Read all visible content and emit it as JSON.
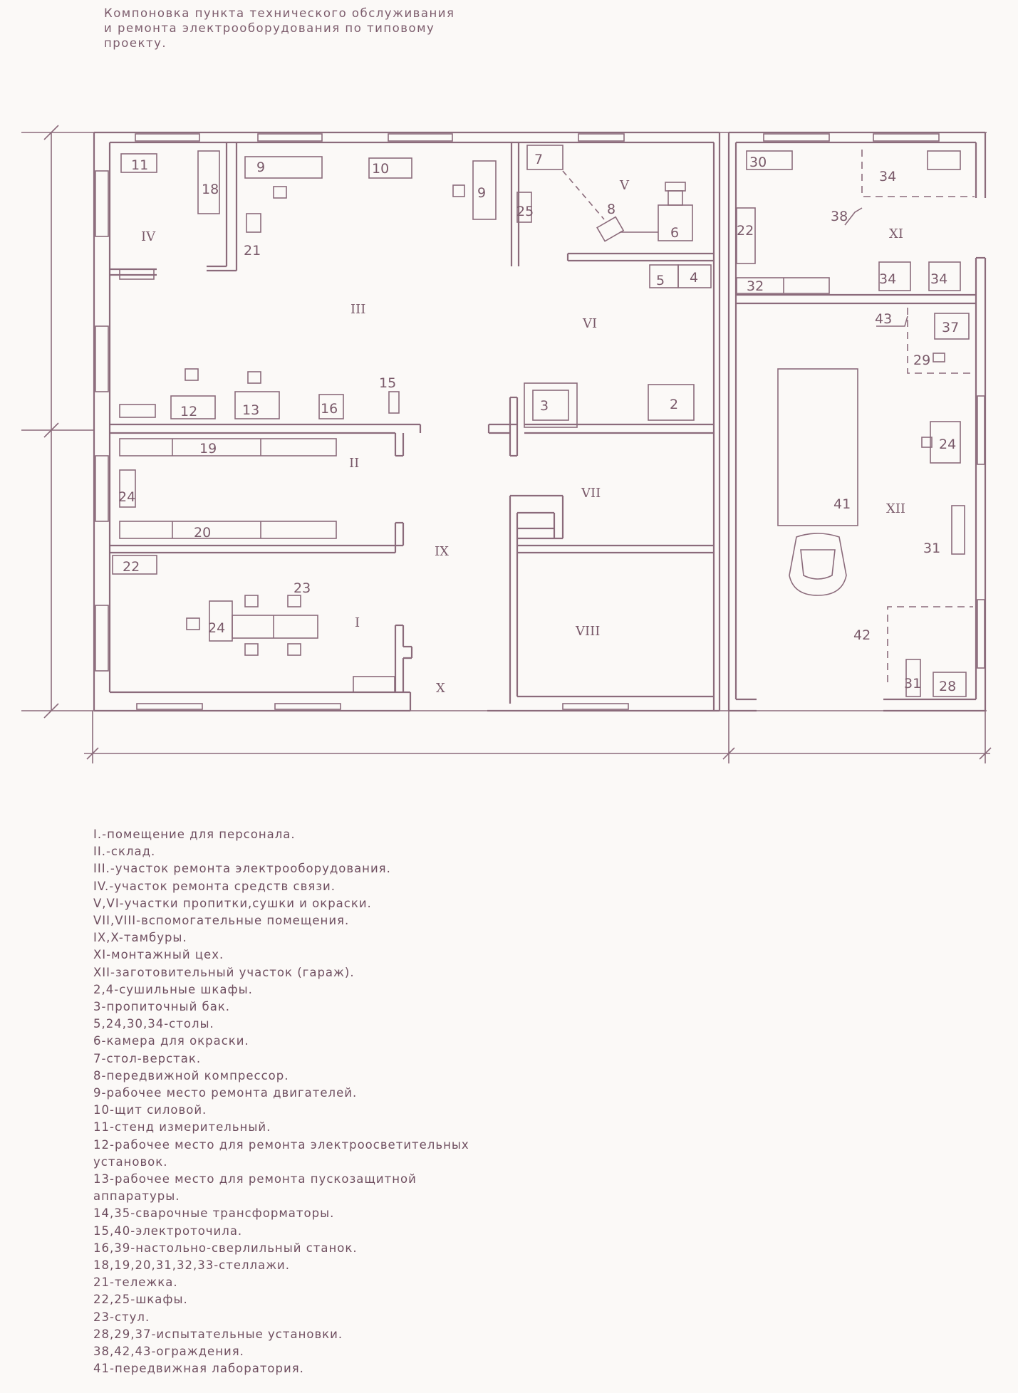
{
  "title_lines": [
    "Компоновка пункта технического обслуживания",
    "и ремонта электрооборудования по типовому",
    "проекту."
  ],
  "plan": {
    "rooms": {
      "r1": "I",
      "r2": "II",
      "r3": "III",
      "r4": "IV",
      "r5": "V",
      "r6": "VI",
      "r7": "VII",
      "r8": "VIII",
      "r9": "IX",
      "r10": "X",
      "r11": "XI",
      "r12": "XII"
    },
    "items": {
      "i11": "11",
      "i18": "18",
      "i9a": "9",
      "i10": "10",
      "i9b": "9",
      "i21": "21",
      "i7": "7",
      "i25": "25",
      "i8": "8",
      "i6": "6",
      "i5": "5",
      "i4": "4",
      "i12": "12",
      "i13": "13",
      "i16": "16",
      "i15": "15",
      "i3": "3",
      "i2": "2",
      "i19": "19",
      "i24a": "24",
      "i20": "20",
      "i22a": "22",
      "i23": "23",
      "i24b": "24",
      "i30": "30",
      "i34a": "34",
      "i38": "38",
      "i22b": "22",
      "i32": "32",
      "i34b": "34",
      "i34c": "34",
      "i43": "43",
      "i37": "37",
      "i29": "29",
      "i24c": "24",
      "i41": "41",
      "i31a": "31",
      "i42": "42",
      "i31b": "31",
      "i28": "28"
    }
  },
  "legend": [
    "I.-помещение для персонала.",
    "II.-склад.",
    "III.-участок ремонта электрооборудования.",
    "IV.-участок ремонта средств связи.",
    "V,VI-участки пропитки,сушки и окраски.",
    "VII,VIII-вспомогательные помещения.",
    "IX,X-тамбуры.",
    "XI-монтажный цех.",
    "XII-заготовительный участок (гараж).",
    "2,4-сушильные шкафы.",
    "3-пропиточный бак.",
    "5,24,30,34-столы.",
    "6-камера для окраски.",
    "7-стол-верстак.",
    "8-передвижной компрессор.",
    "9-рабочее место ремонта двигателей.",
    "10-щит силовой.",
    "11-стенд измерительный.",
    "12-рабочее место для ремонта электроосветительных",
    "установок.",
    "13-рабочее место для ремонта пускозащитной",
    "аппаратуры.",
    "14,35-сварочные трансформаторы.",
    "15,40-электроточила.",
    "16,39-настольно-сверлильный станок.",
    "18,19,20,31,32,33-стеллажи.",
    "21-тележка.",
    "22,25-шкафы.",
    "23-стул.",
    "28,29,37-испытательные установки.",
    "38,42,43-ограждения.",
    "41-передвижная лаборатория."
  ]
}
